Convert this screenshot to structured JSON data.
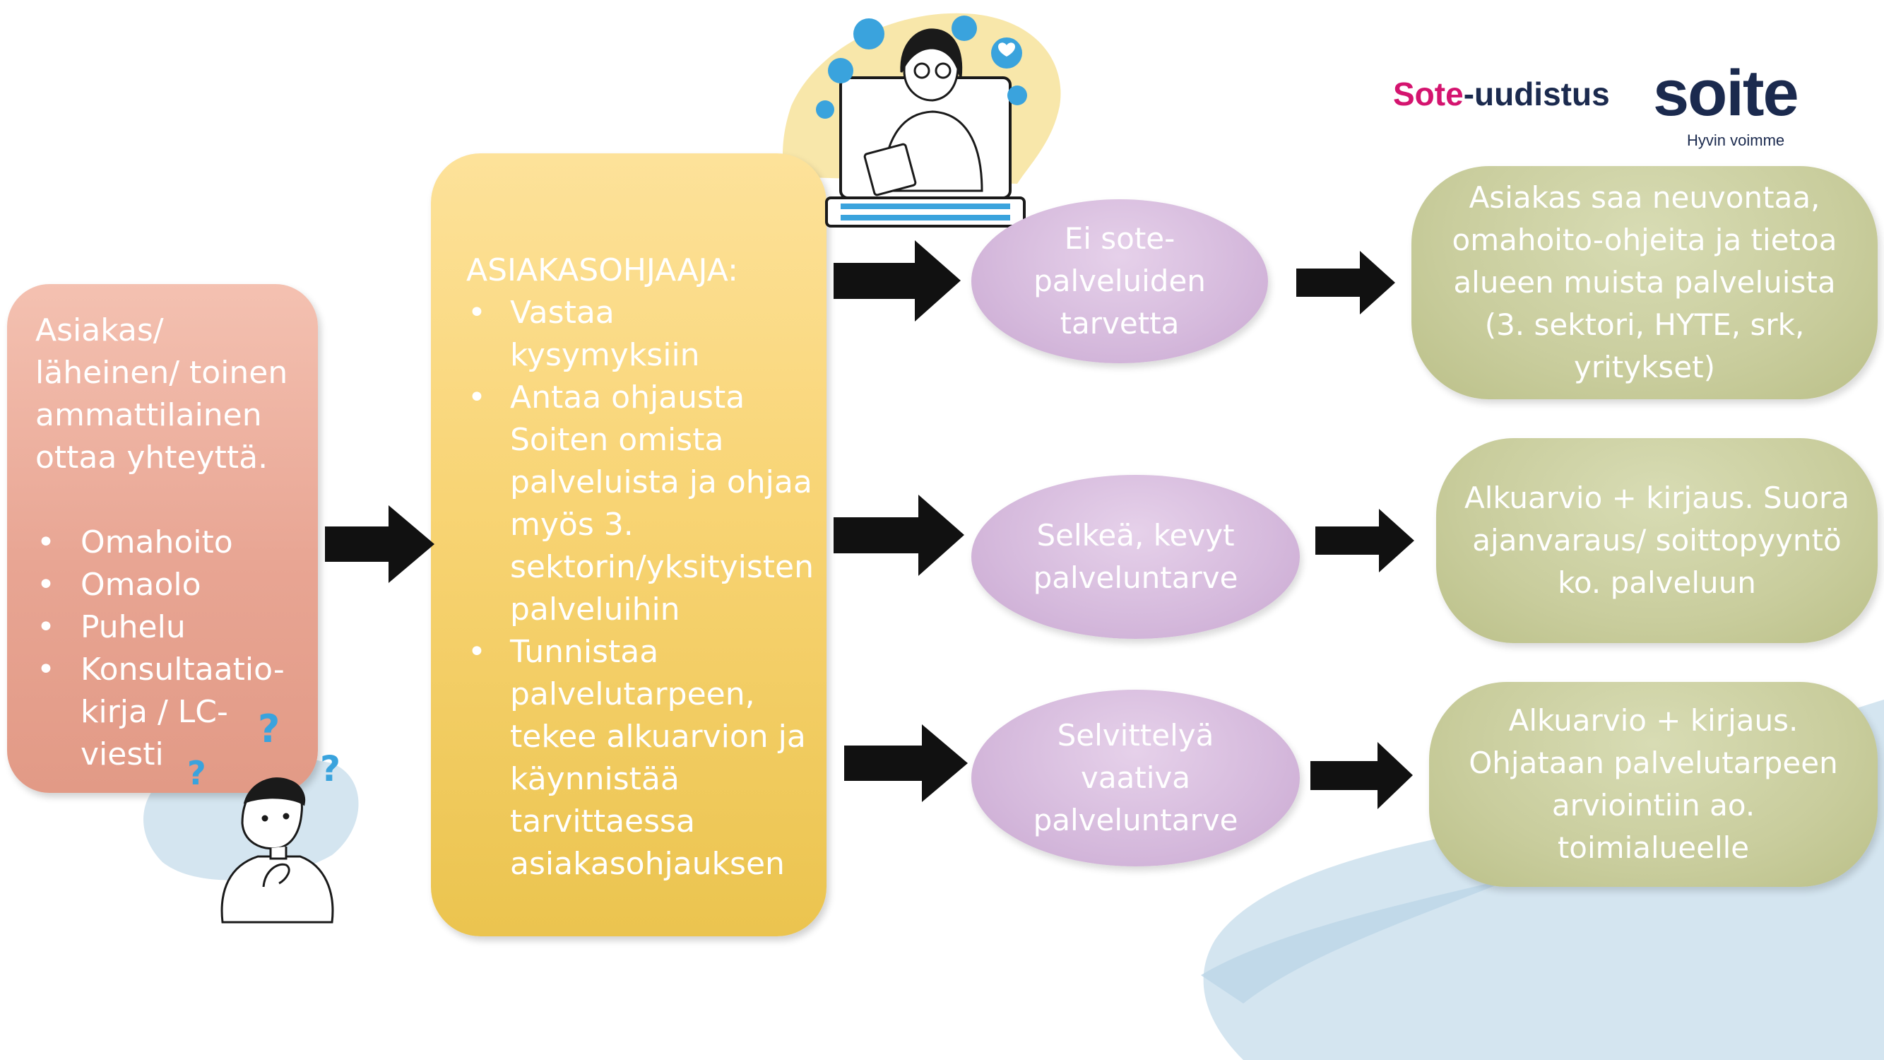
{
  "logos": {
    "sote_prefix": "Sote",
    "sote_suffix": "-uudistus",
    "soite_name": "soite",
    "soite_tagline": "Hyvin voimme"
  },
  "contact_box": {
    "intro": "Asiakas/ läheinen/ toinen ammattilainen ottaa yhteyttä.",
    "channels": [
      "Omahoito",
      "Omaolo",
      "Puhelu",
      "Konsultaatio-kirja / LC-viesti"
    ]
  },
  "guide_box": {
    "title": "ASIAKASOHJAAJA:",
    "tasks": [
      "Vastaa  kysymyksiin",
      "Antaa ohjausta Soiten omista palveluista ja ohjaa myös 3. sektorin/yksityisten palveluihin",
      "Tunnistaa palvelutarpeen, tekee alkuarvion ja käynnistää tarvittaessa asiakasohjauksen"
    ]
  },
  "needs": {
    "none": "Ei sote-palveluiden tarvetta",
    "light": "Selkeä, kevyt palveluntarve",
    "complex": "Selvittelyä vaativa palveluntarve"
  },
  "results": {
    "none": "Asiakas saa neuvontaa, omahoito-ohjeita ja tietoa alueen muista palveluista (3. sektori, HYTE, srk, yritykset)",
    "light": "Alkuarvio + kirjaus. Suora ajanvaraus/ soittopyyntö ko. palveluun",
    "complex": "Alkuarvio + kirjaus. Ohjataan palvelutarpeen arviointiin ao. toimialueelle"
  },
  "colors": {
    "contact_box": "#e8a593",
    "guide_box": "#f8d474",
    "need_ellipse": "#d5b9dc",
    "result_box": "#c9cd9d",
    "arrow": "#111111",
    "brush_blue": "#cfe2ee",
    "brush_yellow": "#f7e39b"
  }
}
